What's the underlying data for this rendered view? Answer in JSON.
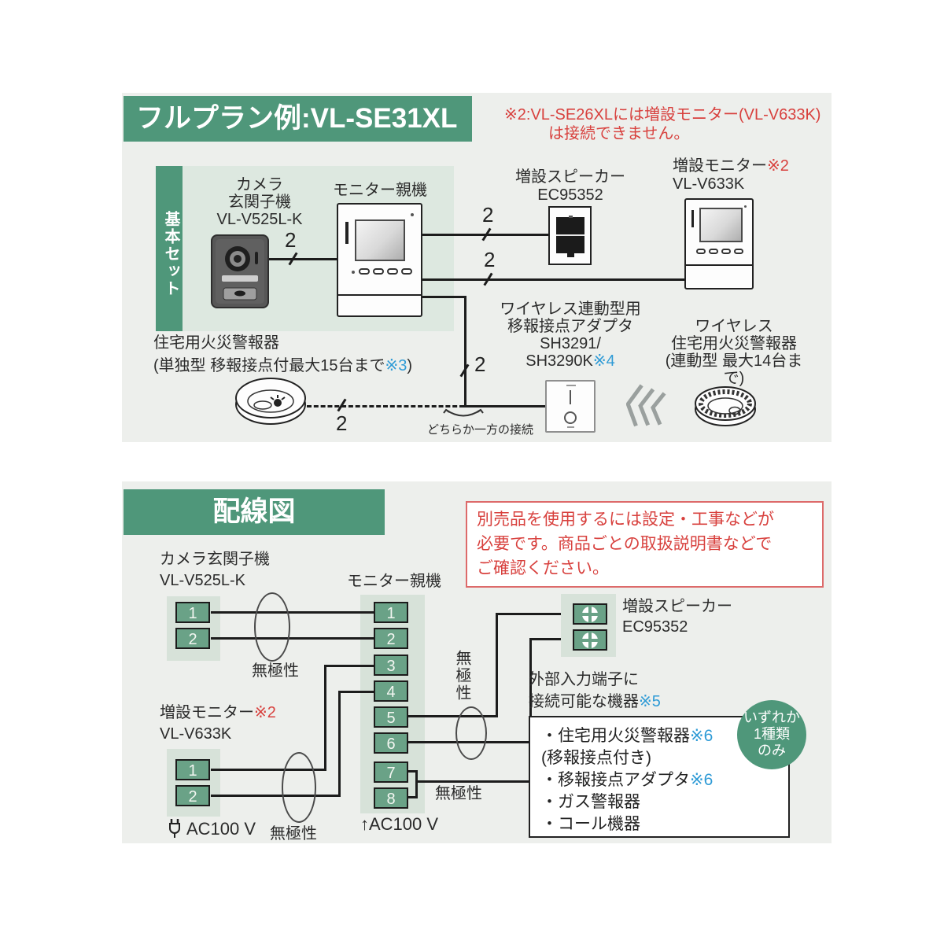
{
  "colors": {
    "green": "#4f977a",
    "panel": "#dde8e0",
    "strip": "#d7e2d9",
    "section_bg": "#edefec",
    "terminal": "#6aa287",
    "red": "#d8413e",
    "blue": "#2f9bd6"
  },
  "plan": {
    "title": "フルプラン例:VL-SE31XL",
    "note_l1": "※2:VL-SE26XLには増設モニター(VL-V633K)",
    "note_l2": "は接続できません。",
    "basic_set": "基本セット",
    "wire_count": "2",
    "camera_l1": "カメラ",
    "camera_l2": "玄関子機",
    "camera_l3": "VL-V525L-K",
    "monitor": "モニター親機",
    "speaker_l1": "増設スピーカー",
    "speaker_l2": "EC95352",
    "exp_monitor": "増設モニター",
    "exp_monitor_ref": "※2",
    "exp_monitor_model": "VL-V633K",
    "fire_l1": "住宅用火災警報器",
    "fire_l2": "(単独型 移報接点付最大15台まで",
    "fire_ref": "※3",
    "fire_l2_close": ")",
    "adapter_l1": "ワイヤレス連動型用",
    "adapter_l2": "移報接点アダプタ",
    "adapter_l3": "SH3291/",
    "adapter_l4": "SH3290K",
    "adapter_ref": "※4",
    "wireless_l1": "ワイヤレス",
    "wireless_l2": "住宅用火災警報器",
    "wireless_l3": "(連動型 最大14台まで)",
    "either": "どちらか一方の接続"
  },
  "wiring": {
    "title": "配線図",
    "notice_l1": "別売品を使用するには設定・工事などが",
    "notice_l2": "必要です。商品ごとの取扱説明書などで",
    "notice_l3": "ご確認ください。",
    "camera_l1": "カメラ玄関子機",
    "camera_l2": "VL-V525L-K",
    "monitor": "モニター親機",
    "exp_monitor": "増設モニター",
    "exp_monitor_ref": "※2",
    "exp_monitor_model": "VL-V633K",
    "speaker_l1": "増設スピーカー",
    "speaker_l2": "EC95352",
    "nonpolar": "無極性",
    "ac_exp": "AC100 V",
    "ac_main": "↑AC100 V",
    "external_l1": "外部入力端子に",
    "external_l2": "接続可能な機器",
    "external_ref": "※5",
    "badge_l1": "いずれか",
    "badge_l2": "1種類",
    "badge_l3": "のみ",
    "dev1": "・住宅用火災警報器",
    "dev1_ref": "※6",
    "dev2": "(移報接点付き)",
    "dev3": "・移報接点アダプタ",
    "dev3_ref": "※6",
    "dev4": "・ガス警報器",
    "dev5": "・コール機器",
    "cam_t1": "1",
    "cam_t2": "2",
    "mon_t1": "1",
    "mon_t2": "2",
    "mon_t3": "3",
    "mon_t4": "4",
    "mon_t5": "5",
    "mon_t6": "6",
    "mon_t7": "7",
    "mon_t8": "8",
    "exp_t1": "1",
    "exp_t2": "2"
  }
}
